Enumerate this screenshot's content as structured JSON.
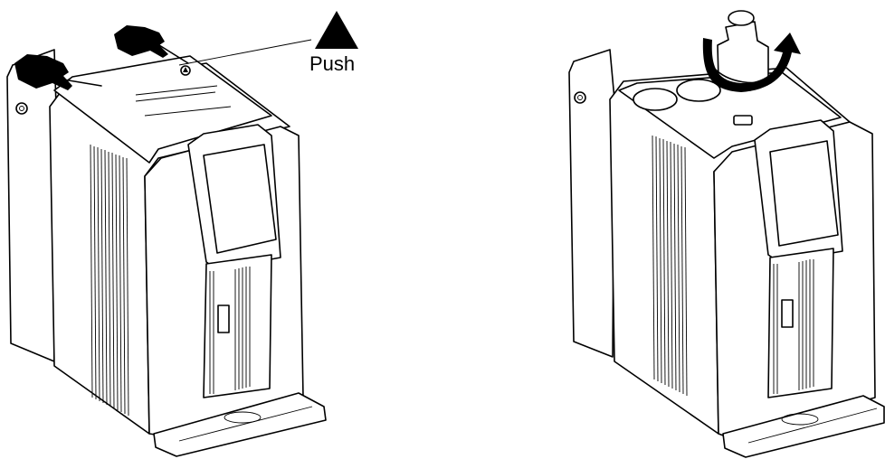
{
  "figure": {
    "step1": {
      "action": "push",
      "label": "Push",
      "indicator_icon": "triangle-up-icon",
      "hand_icons": [
        "hand-icon",
        "hand-icon"
      ]
    },
    "step2": {
      "action": "rotate-cap",
      "rotation_icon": "curved-arrow-icon"
    }
  }
}
